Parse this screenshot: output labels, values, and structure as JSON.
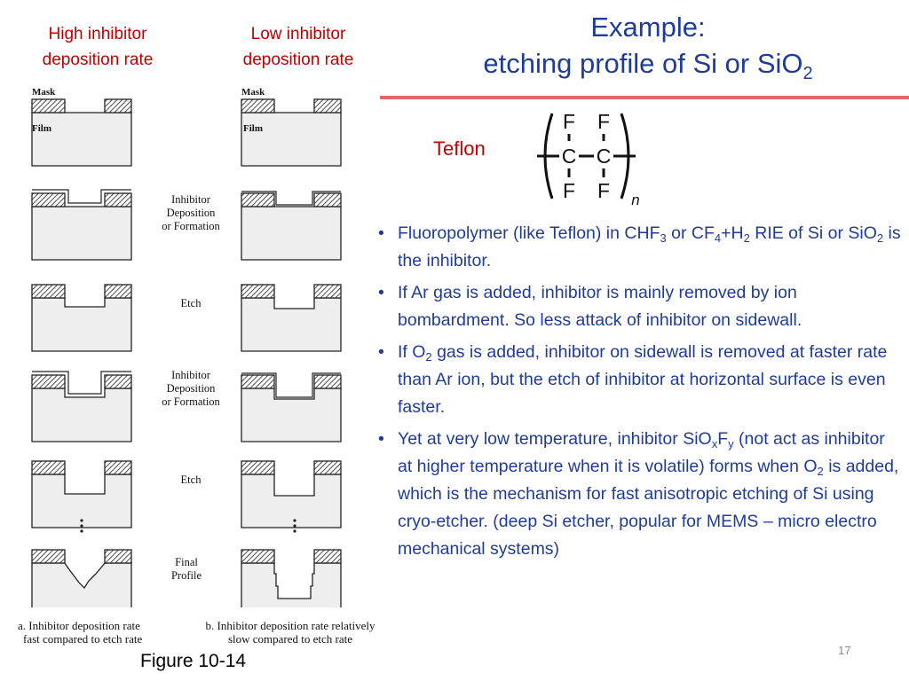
{
  "left_headers": {
    "high": [
      "High inhibitor",
      "deposition rate"
    ],
    "low": [
      "Low inhibitor",
      "deposition rate"
    ]
  },
  "title": {
    "line1": "Example:",
    "line2_prefix": "etching profile of Si or SiO",
    "line2_sub": "2"
  },
  "teflon": {
    "label": "Teflon",
    "F": "F",
    "C": "C",
    "n": "n"
  },
  "figure": {
    "mask_label": "Mask",
    "film_label": "Film",
    "steps": [
      [
        "Inhibitor",
        "Deposition",
        "or Formation"
      ],
      [
        "Etch"
      ],
      [
        "Inhibitor",
        "Deposition",
        "or Formation"
      ],
      [
        "Etch"
      ],
      [
        "Final",
        "Profile"
      ]
    ],
    "caption_a": [
      "a. Inhibitor deposition rate",
      "fast compared to etch rate"
    ],
    "caption_b": [
      "b. Inhibitor deposition rate relatively",
      "slow compared to etch rate"
    ]
  },
  "figure_caption": "Figure 10-14",
  "page_number": "17",
  "colors": {
    "title": "#1f3c99",
    "header_red": "#c00000",
    "rule": "#e06a6a"
  },
  "bullet_symbol": "•",
  "bullets": [
    {
      "parts": [
        {
          "t": "Fluoropolymer (like Teflon) in CHF"
        },
        {
          "s": "3"
        },
        {
          "t": " or CF"
        },
        {
          "s": "4"
        },
        {
          "t": "+H"
        },
        {
          "s": "2"
        },
        {
          "t": " RIE of Si or SiO"
        },
        {
          "s": "2"
        },
        {
          "t": " is the inhibitor."
        }
      ]
    },
    {
      "parts": [
        {
          "t": "If Ar gas is added, inhibitor is mainly removed by ion bombardment. So less attack of inhibitor on sidewall."
        }
      ]
    },
    {
      "parts": [
        {
          "t": "If O"
        },
        {
          "s": "2"
        },
        {
          "t": " gas is added, inhibitor on sidewall is removed at faster rate than Ar ion, but the etch of inhibitor at horizontal surface is even faster."
        }
      ]
    },
    {
      "parts": [
        {
          "t": "Yet at very low temperature, inhibitor SiO"
        },
        {
          "s": "x"
        },
        {
          "t": "F"
        },
        {
          "s": "y"
        },
        {
          "t": " (not act as inhibitor at higher temperature when it is volatile) forms when O"
        },
        {
          "s": "2"
        },
        {
          "t": " is added, which is the mechanism for fast anisotropic etching of Si using cryo-etcher. (deep Si etcher, popular for MEMS – micro electro mechanical systems)"
        }
      ]
    }
  ]
}
